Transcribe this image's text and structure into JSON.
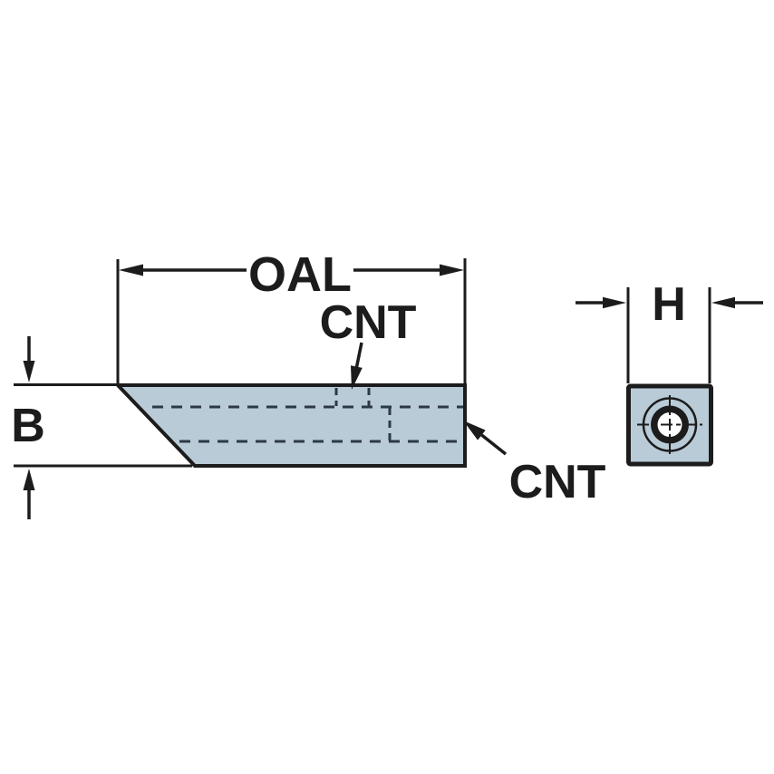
{
  "drawing": {
    "front_view": {
      "oal_label": "OAL",
      "cnt_top_label": "CNT",
      "cnt_side_label": "CNT",
      "b_label": "B"
    },
    "end_view": {
      "h_label": "H"
    }
  },
  "colors": {
    "background": "#ffffff",
    "line": "#1c1c1c",
    "body-fill": "#b8cbd7",
    "hidden-line": "#2d3a45",
    "hole-center": "#ffffff"
  }
}
